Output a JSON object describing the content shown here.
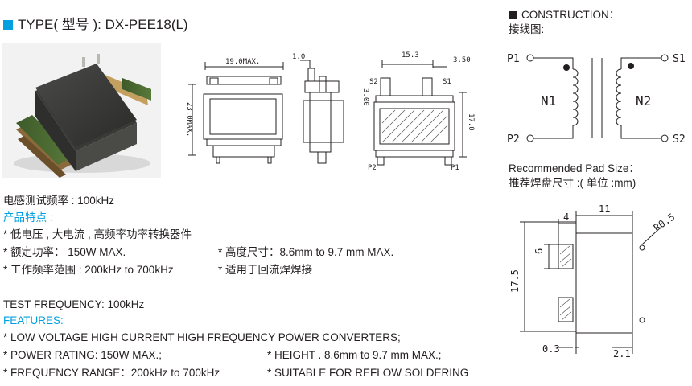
{
  "header": {
    "type_label": "TYPE( 型号 ):  DX-PEE18(L)",
    "accent_color": "#00a0e0"
  },
  "dimensions": {
    "width": "19.0MAX.",
    "height": "23.0MAX.",
    "side_thickness": "1.0",
    "pin_span": "15.3",
    "pin_offset": "3.50",
    "pin_height": "3.00",
    "body_height": "17.0",
    "pin_s2": "S2",
    "pin_s1": "S1",
    "pin_p2": "P2",
    "pin_p1": "P1"
  },
  "construction": {
    "title": "CONSTRUCTION：",
    "subtitle": "接线图:",
    "p1": "P1",
    "p2": "P2",
    "s1": "S1",
    "s2": "S2",
    "n1": "N1",
    "n2": "N2"
  },
  "pad": {
    "title": "Recommended Pad Size：",
    "subtitle": "推荐焊盘尺寸 :( 单位 :mm)",
    "dim_4": "4",
    "dim_11": "11",
    "dim_r05": "R0.5",
    "dim_6": "6",
    "dim_175": "17.5",
    "dim_03": "0.3",
    "dim_21": "2.1"
  },
  "specs_cn": {
    "test_freq": "电感测试频率 : 100kHz",
    "features_title": "产品特点 :",
    "line1": "* 低电压 , 大电流 , 高频率功率转换器件",
    "line2a": "* 额定功率： 150W MAX.",
    "line2b": "* 高度尺寸：8.6mm to 9.7 mm MAX.",
    "line3a": "* 工作频率范围 : 200kHz to 700kHz",
    "line3b": "* 适用于回流焊焊接"
  },
  "specs_en": {
    "test_freq": "TEST FREQUENCY: 100kHz",
    "features_title": "FEATURES:",
    "line1": "* LOW VOLTAGE HIGH CURRENT HIGH FREQUENCY POWER CONVERTERS;",
    "line2a": "* POWER RATING: 150W MAX.;",
    "line2b": "* HEIGHT . 8.6mm to 9.7 mm MAX.;",
    "line3a": "* FREQUENCY RANGE：200kHz to 700kHz",
    "line3b": "* SUITABLE FOR REFLOW SOLDERING"
  }
}
